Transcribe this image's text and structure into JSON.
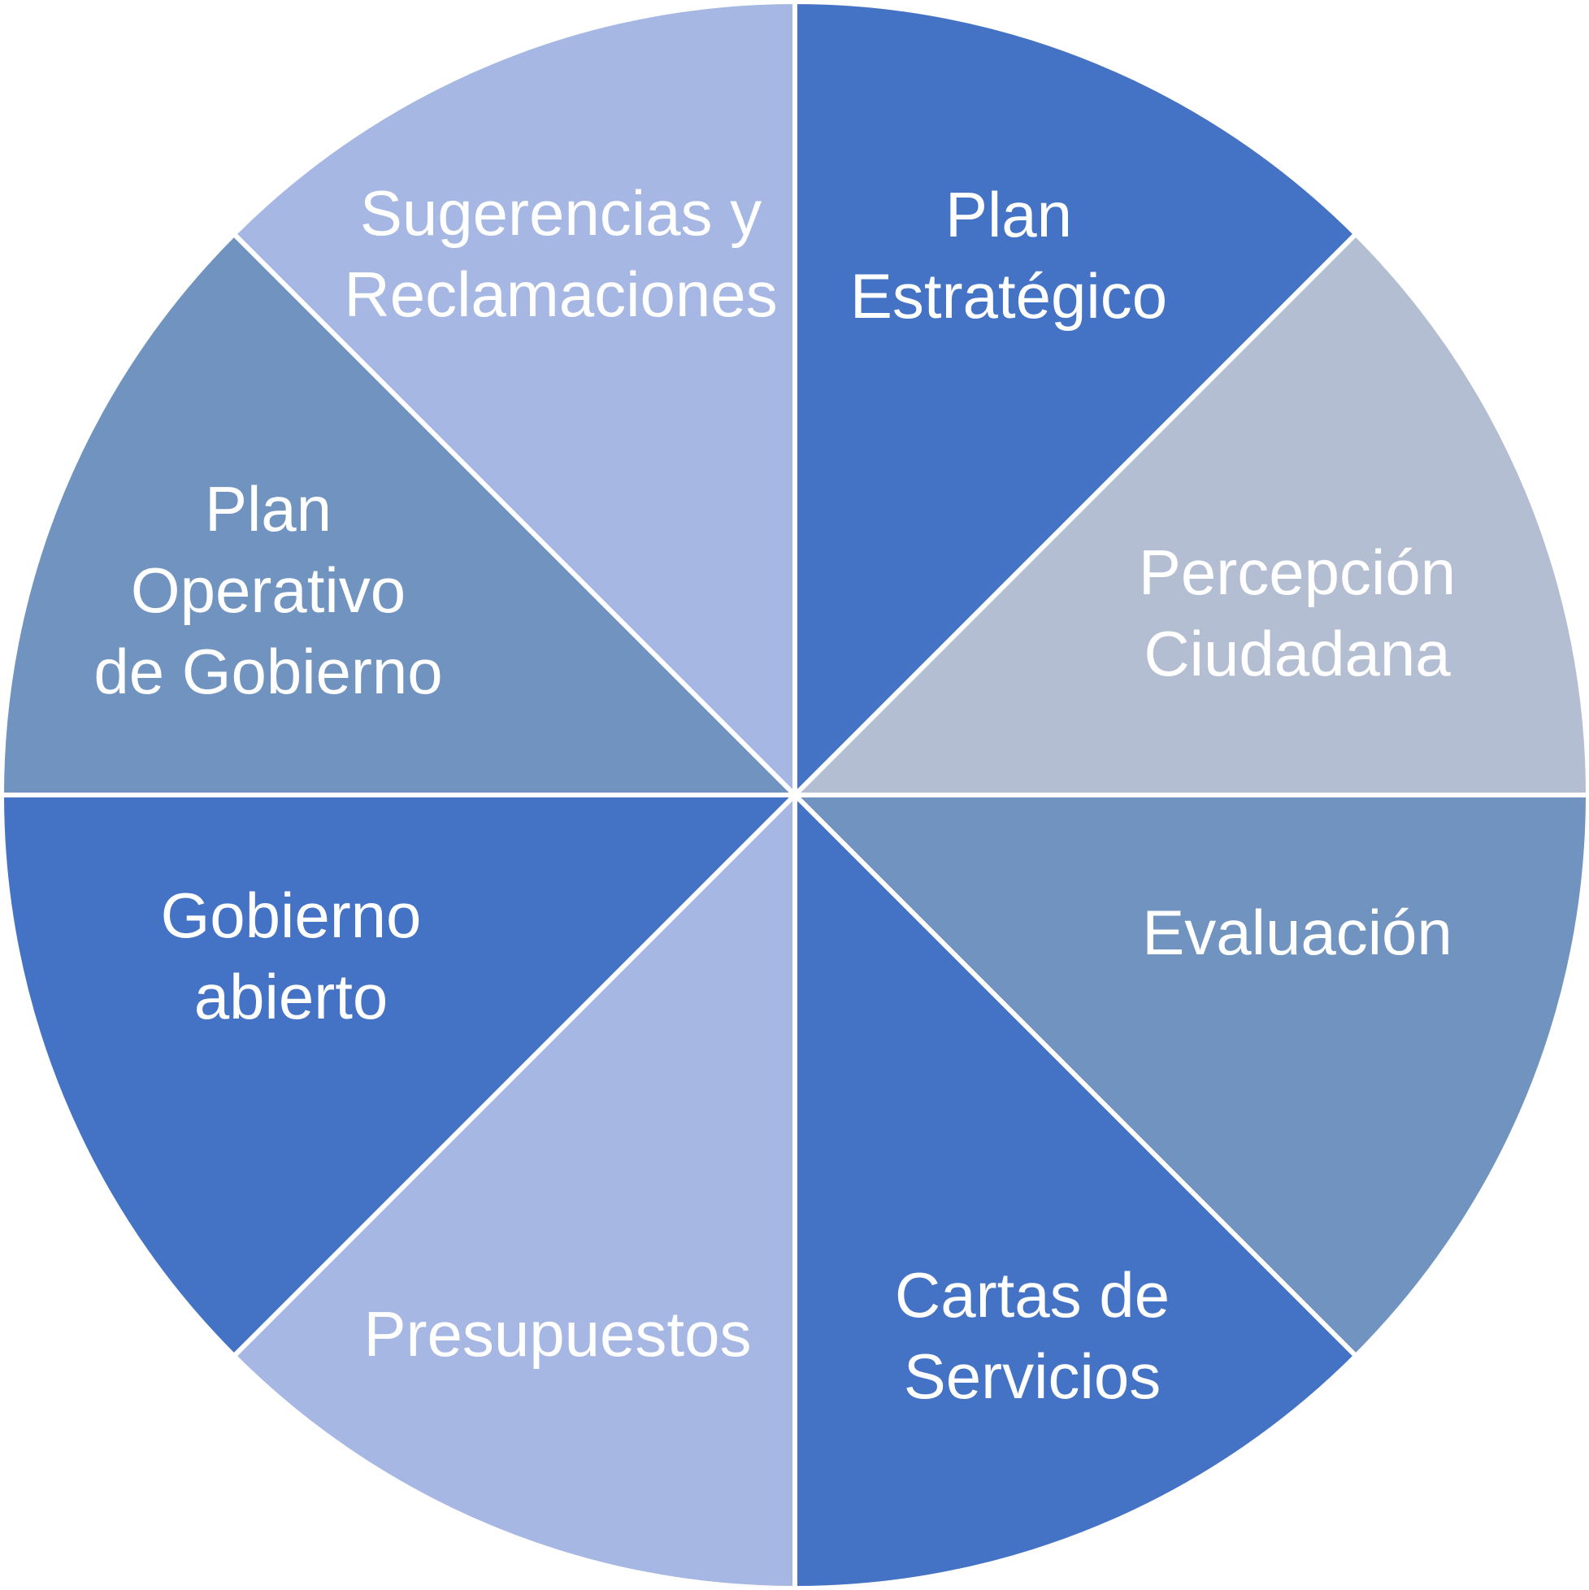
{
  "diagram": {
    "segments": [
      {
        "lines": [
          "Plan",
          "Estratégico"
        ],
        "color": "#4472C4"
      },
      {
        "lines": [
          "Percepción",
          "Ciudadana"
        ],
        "color": "#B4BED2"
      },
      {
        "lines": [
          "Evaluación"
        ],
        "color": "#7093BF"
      },
      {
        "lines": [
          "Cartas de",
          "Servicios"
        ],
        "color": "#4472C4"
      },
      {
        "lines": [
          "Presupuestos"
        ],
        "color": "#A5B7E2"
      },
      {
        "lines": [
          "Gobierno",
          "abierto"
        ],
        "color": "#4472C4"
      },
      {
        "lines": [
          "Plan",
          "Operativo",
          "de Gobierno"
        ],
        "color": "#7093BF"
      },
      {
        "lines": [
          "Sugerencias y",
          "Reclamaciones"
        ],
        "color": "#A5B7E2"
      }
    ]
  }
}
